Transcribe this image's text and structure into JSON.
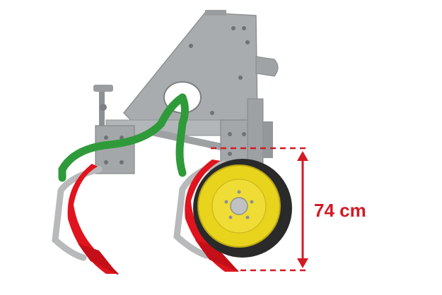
{
  "diagram": {
    "subject": "cultivator-subsoiler-with-depth-wheel",
    "dimension": {
      "label": "74 cm",
      "description": "working-depth-measurement"
    },
    "colors": {
      "frame": "#a9acaf",
      "frame_dark": "#7d8083",
      "hose": "#2f9a3a",
      "tine_point": "#e0141e",
      "shank": "#b7b9bb",
      "wheel_rim": "#e8d31d",
      "tire": "#2a2a2a",
      "dimension": "#d21a24"
    }
  }
}
